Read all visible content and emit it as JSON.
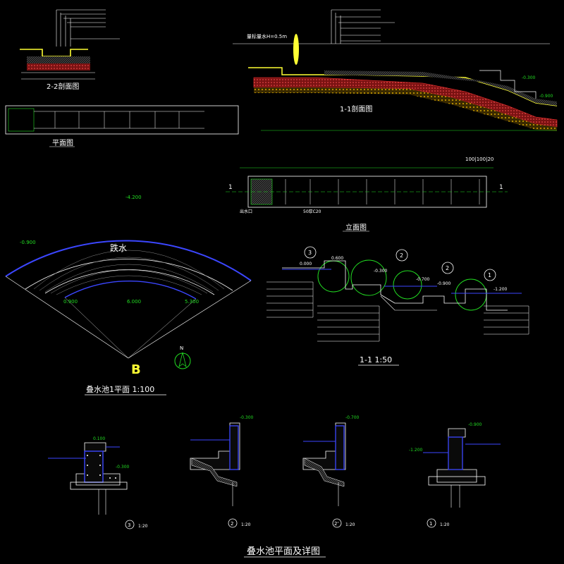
{
  "colors": {
    "background": "#000000",
    "line_white": "#ffffff",
    "line_blue": "#3b46ff",
    "line_green": "#22dd22",
    "line_cyan": "#00e5ff",
    "line_yellow": "#ffff33",
    "line_red": "#ff3333",
    "line_magenta": "#ff33ff",
    "fill_red": "#b01c1c",
    "fill_yellow_hatch": "#c8a000"
  },
  "drawing": {
    "title": "叠水池平面及详图",
    "section_1_title": "1-1剖面图",
    "section_2_title": "2-2剖面图",
    "plan_title": "平面图",
    "elevation_title": "立面图",
    "pool_plan_title": "叠水池1平面 1:100",
    "pool_section_title": "1-1 1:50",
    "plan_fan_label": "跌水",
    "plan_marker": "B",
    "north_label": "N",
    "section1_head_note": "量标量水H=0.5m",
    "section1_tag": "100|100|20",
    "elevation_left_tag": "1",
    "elevation_right_tag": "1",
    "elevation_note_left": "50厚C20",
    "elevation_note_bottom": "出水口",
    "fan_elevations": [
      "-4.200",
      "-0.900",
      "0.900",
      "6.000",
      "5.300"
    ],
    "section_elevations": [
      "0.000",
      "0.600",
      "-0.300",
      "-0.700",
      "-1.200",
      "-0.900"
    ],
    "section_markers": [
      "3",
      "2",
      "2",
      "1"
    ],
    "details": [
      {
        "marker": "3",
        "scale": "1:20",
        "elev_top": "0.100",
        "elev_water": "-0.300"
      },
      {
        "marker": "2",
        "scale": "1:20",
        "elev_top": "-0.300"
      },
      {
        "marker": "2'",
        "scale": "1:20",
        "elev_top": "-0.700"
      },
      {
        "marker": "1",
        "scale": "1:20",
        "elev_top": "-0.900",
        "elev_water": "-1.200"
      }
    ]
  }
}
